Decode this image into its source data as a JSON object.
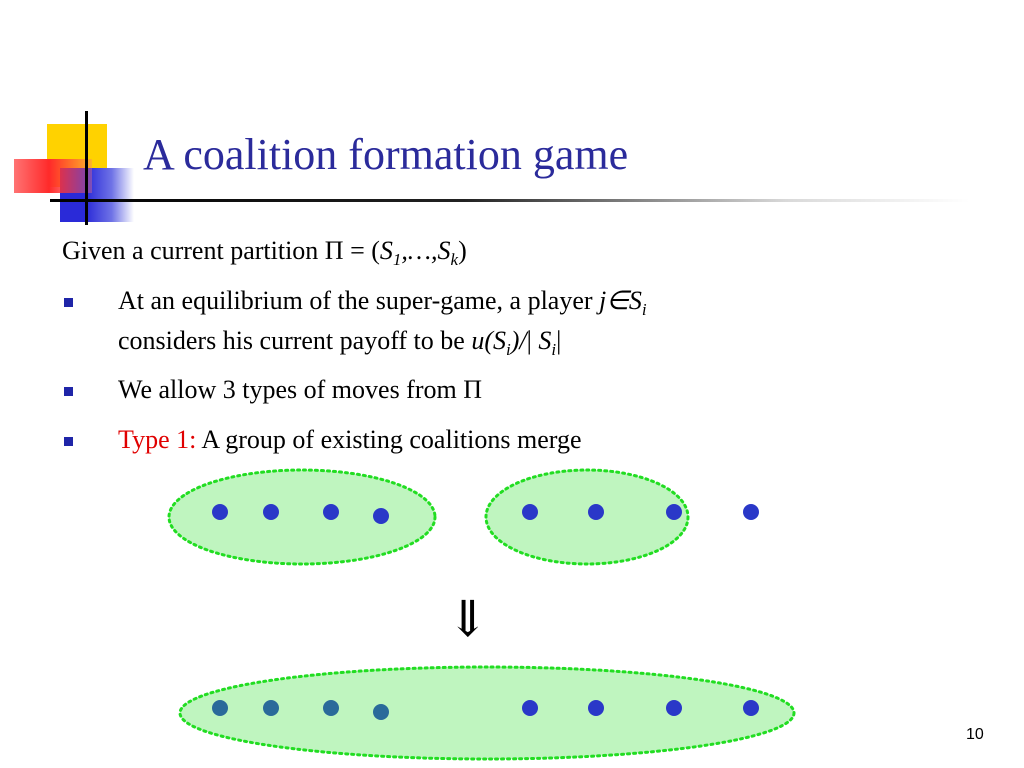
{
  "slide": {
    "title": "A coalition formation game",
    "intro": {
      "prefix": "Given a current partition Π = (",
      "s1": "S",
      "s1_sub": "1",
      "ellipsis": ",…,",
      "sk": "S",
      "sk_sub": "k",
      "suffix": ")"
    },
    "bullets": [
      {
        "line1_text": "At an equilibrium of the super-game, a player ",
        "line1_var": "j∈S",
        "line1_var_sub": "i",
        "line2_text": "considers his current payoff to be ",
        "line2_expr": "u(S",
        "line2_expr_sub": "i",
        "line2_expr_close": ")/",
        "line2_bar": "| ",
        "line2_s": "S",
        "line2_s_sub": "i",
        "line2_end": "|"
      },
      {
        "text": "We allow 3 types of moves from Π"
      },
      {
        "label": "Type 1:",
        "text": " A group of existing coalitions merge"
      }
    ],
    "arrow": "⇓",
    "slide_number": "10"
  },
  "colors": {
    "title": "#2b2b9b",
    "bullet": "#1f25a8",
    "highlight_red": "#e00000",
    "ellipse_fill": "#bff5bf",
    "ellipse_stroke": "#22dd22",
    "dot_blue": "#2a38c8",
    "dot_teal": "#2a6a9a"
  },
  "diagram": {
    "before": {
      "coalition_a_players": 4,
      "coalition_b_players": 3,
      "singleton_players": 1
    },
    "after": {
      "merged_coalition_players": 8
    }
  }
}
